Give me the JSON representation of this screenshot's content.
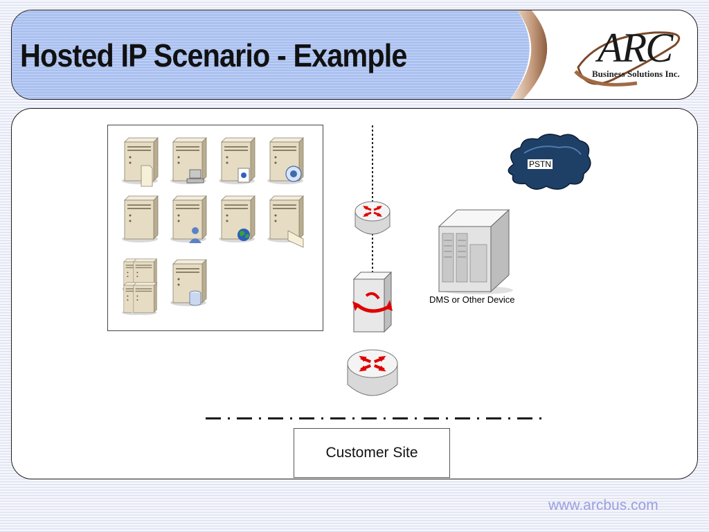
{
  "header": {
    "title": "Hosted IP Scenario - Example",
    "logo_text": "ARC",
    "logo_subtitle": "Business Solutions Inc."
  },
  "diagram": {
    "cloud_label": "PSTN",
    "device_label": "DMS or Other Device",
    "site_label": "Customer Site"
  },
  "footer": {
    "url": "www.arcbus.com"
  },
  "colors": {
    "header_blue": "#aac0ef",
    "router_arrow_red": "#e00000",
    "server_tan": "#e6dcc4",
    "cloud_dark": "#1e3f66",
    "footer_text": "#9a9ee0"
  }
}
